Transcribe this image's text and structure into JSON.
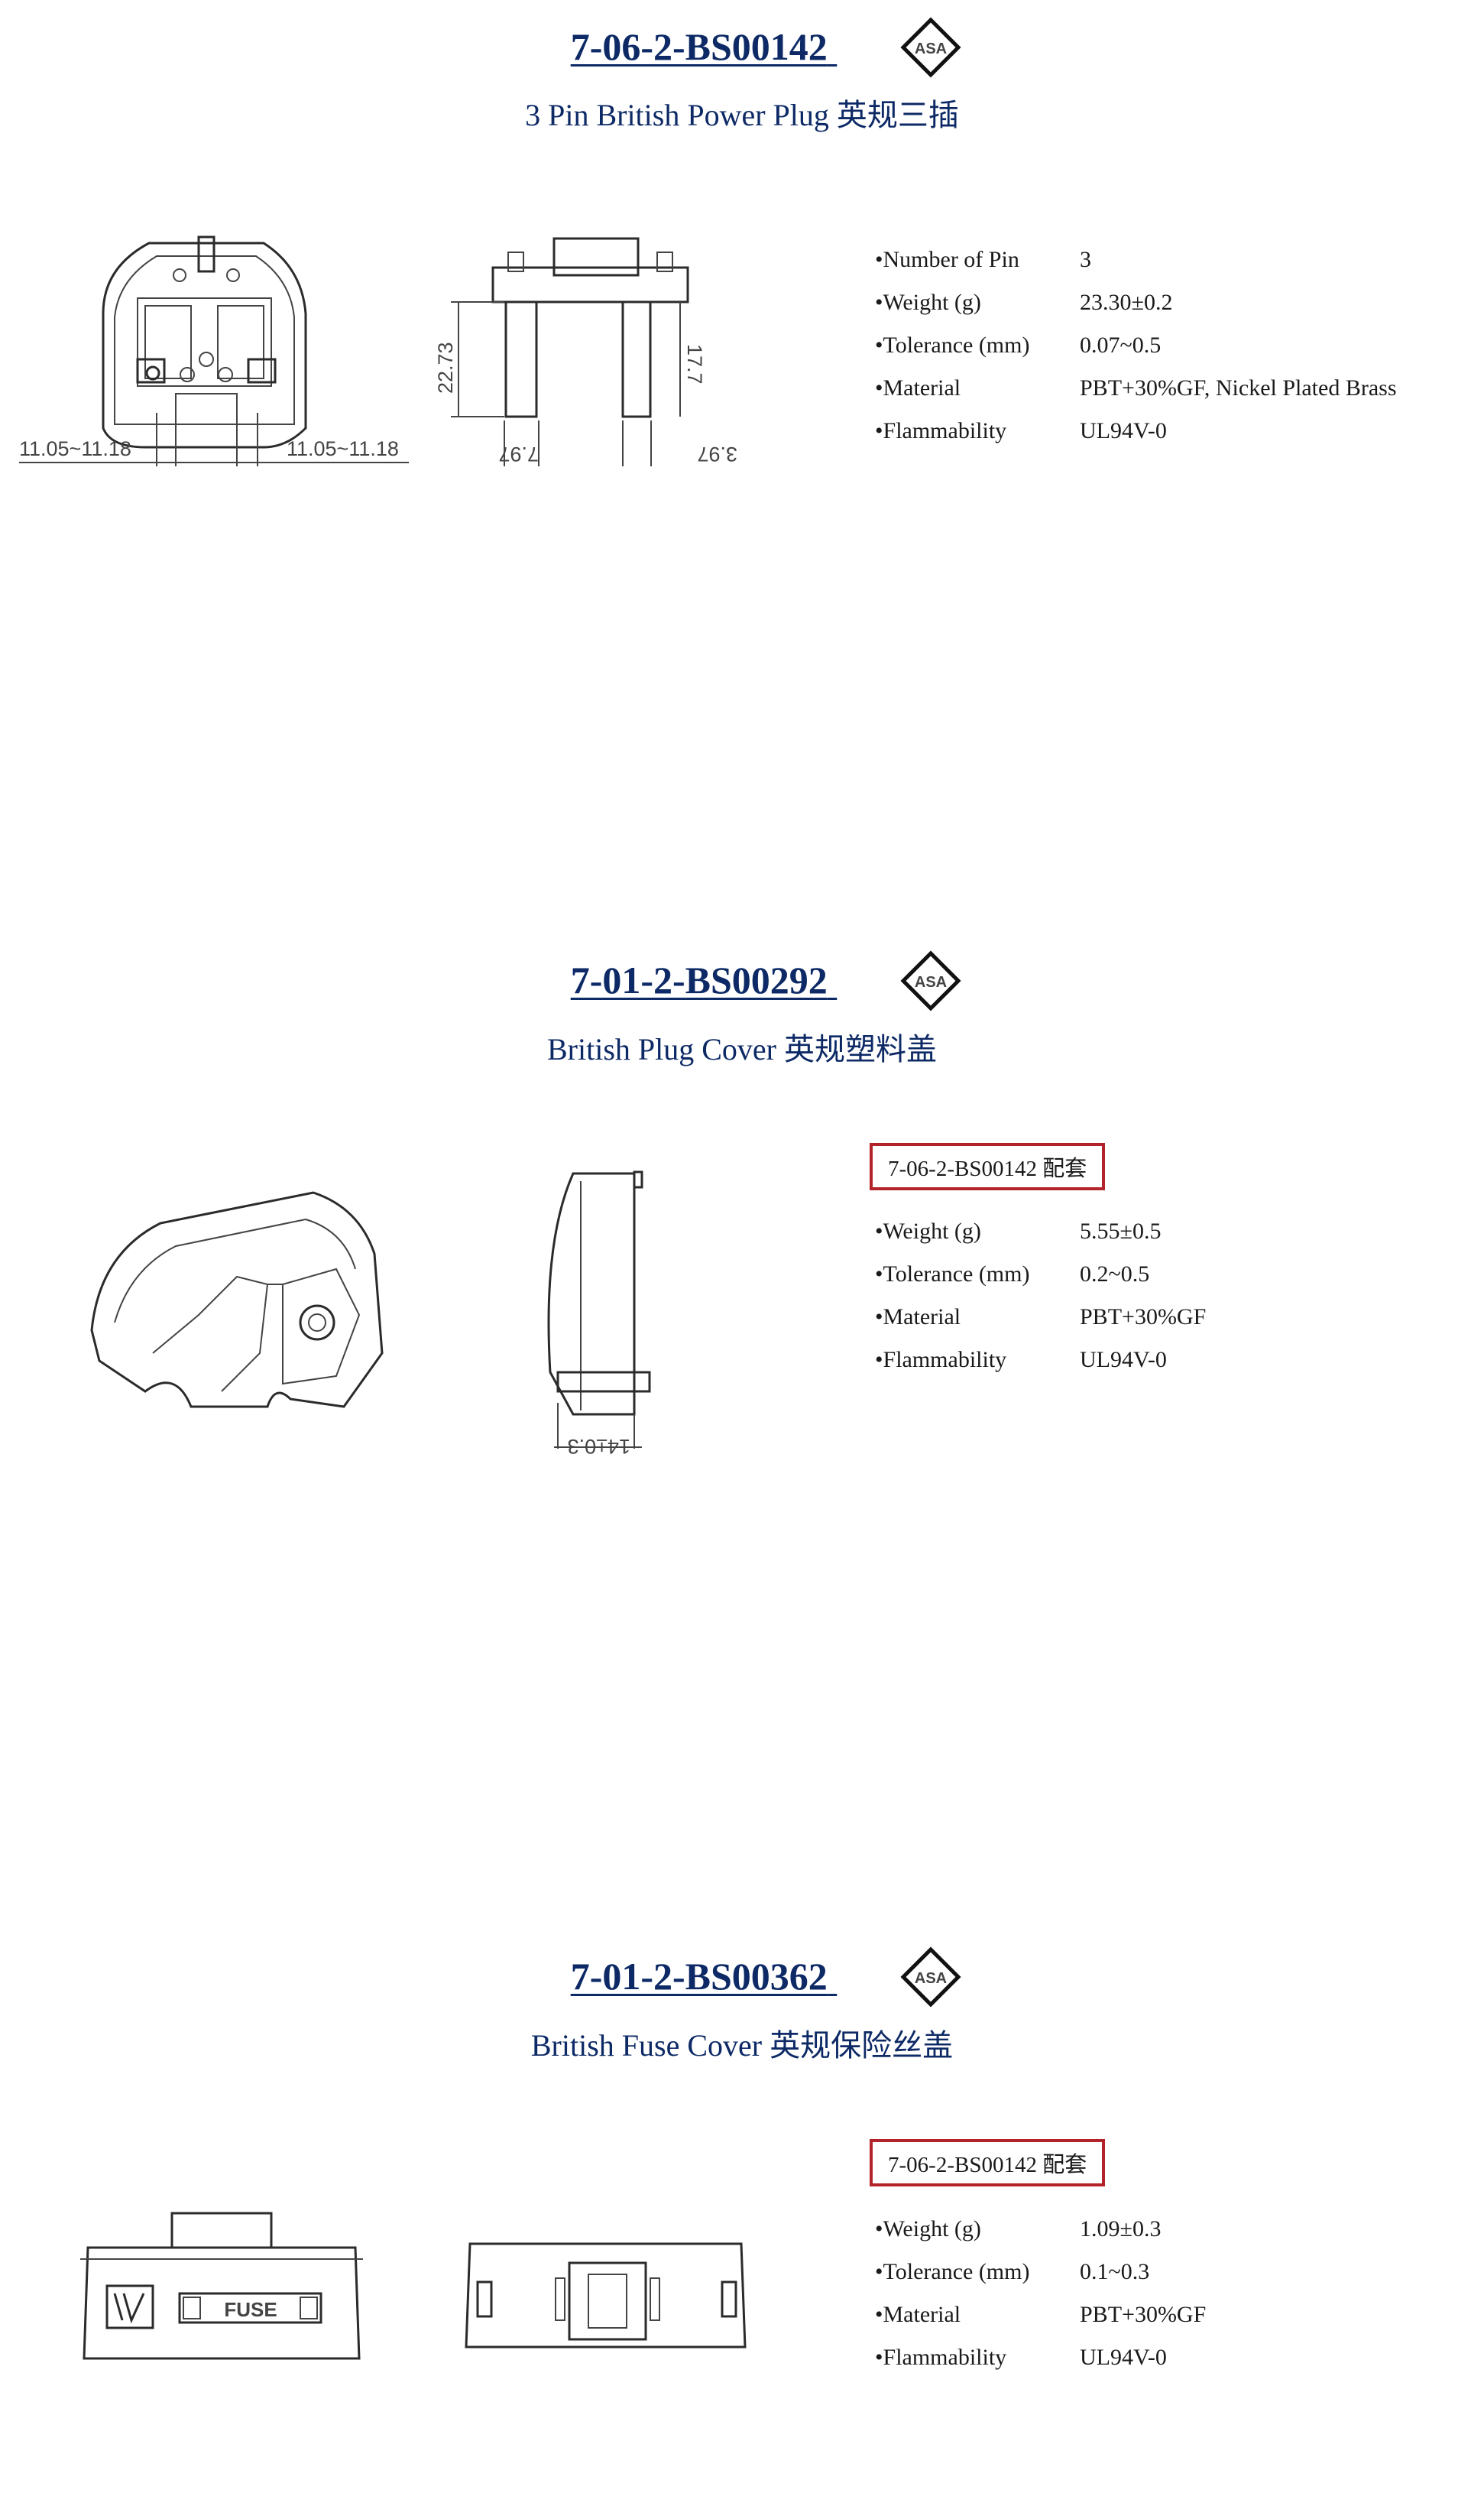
{
  "products": [
    {
      "code": "7-06-2-BS00142",
      "badge": "ASA",
      "title": "3 Pin British Power Plug 英规三插",
      "dims": {
        "left_width": "11.05~11.18",
        "right_width": "11.05~11.18",
        "pin_length": "22.73",
        "pin_short": "17.7",
        "pin_w1": "7.97",
        "pin_w2": "3.97"
      },
      "specs": [
        {
          "label": "•Number of Pin",
          "value": "3"
        },
        {
          "label": "•Weight (g)",
          "value": "23.30±0.2"
        },
        {
          "label": "•Tolerance (mm)",
          "value": "0.07~0.5"
        },
        {
          "label": "•Material",
          "value": "PBT+30%GF, Nickel Plated Brass"
        },
        {
          "label": "•Flammability",
          "value": "UL94V-0"
        }
      ]
    },
    {
      "code": "7-01-2-BS00292",
      "badge": "ASA",
      "title": "British Plug Cover 英规塑料盖",
      "compat": "7-06-2-BS00142 配套",
      "dims": {
        "depth": "14±0.3"
      },
      "specs": [
        {
          "label": "•Weight (g)",
          "value": "5.55±0.5"
        },
        {
          "label": "•Tolerance (mm)",
          "value": "0.2~0.5"
        },
        {
          "label": "•Material",
          "value": "PBT+30%GF"
        },
        {
          "label": "•Flammability",
          "value": "UL94V-0"
        }
      ]
    },
    {
      "code": "7-01-2-BS00362",
      "badge": "ASA",
      "title": "British Fuse Cover 英规保险丝盖",
      "compat": "7-06-2-BS00142 配套",
      "dims": {
        "fuse_label": "FUSE"
      },
      "specs": [
        {
          "label": "•Weight (g)",
          "value": "1.09±0.3"
        },
        {
          "label": "•Tolerance (mm)",
          "value": "0.1~0.3"
        },
        {
          "label": "•Material",
          "value": "PBT+30%GF"
        },
        {
          "label": "•Flammability",
          "value": "UL94V-0"
        }
      ]
    }
  ]
}
